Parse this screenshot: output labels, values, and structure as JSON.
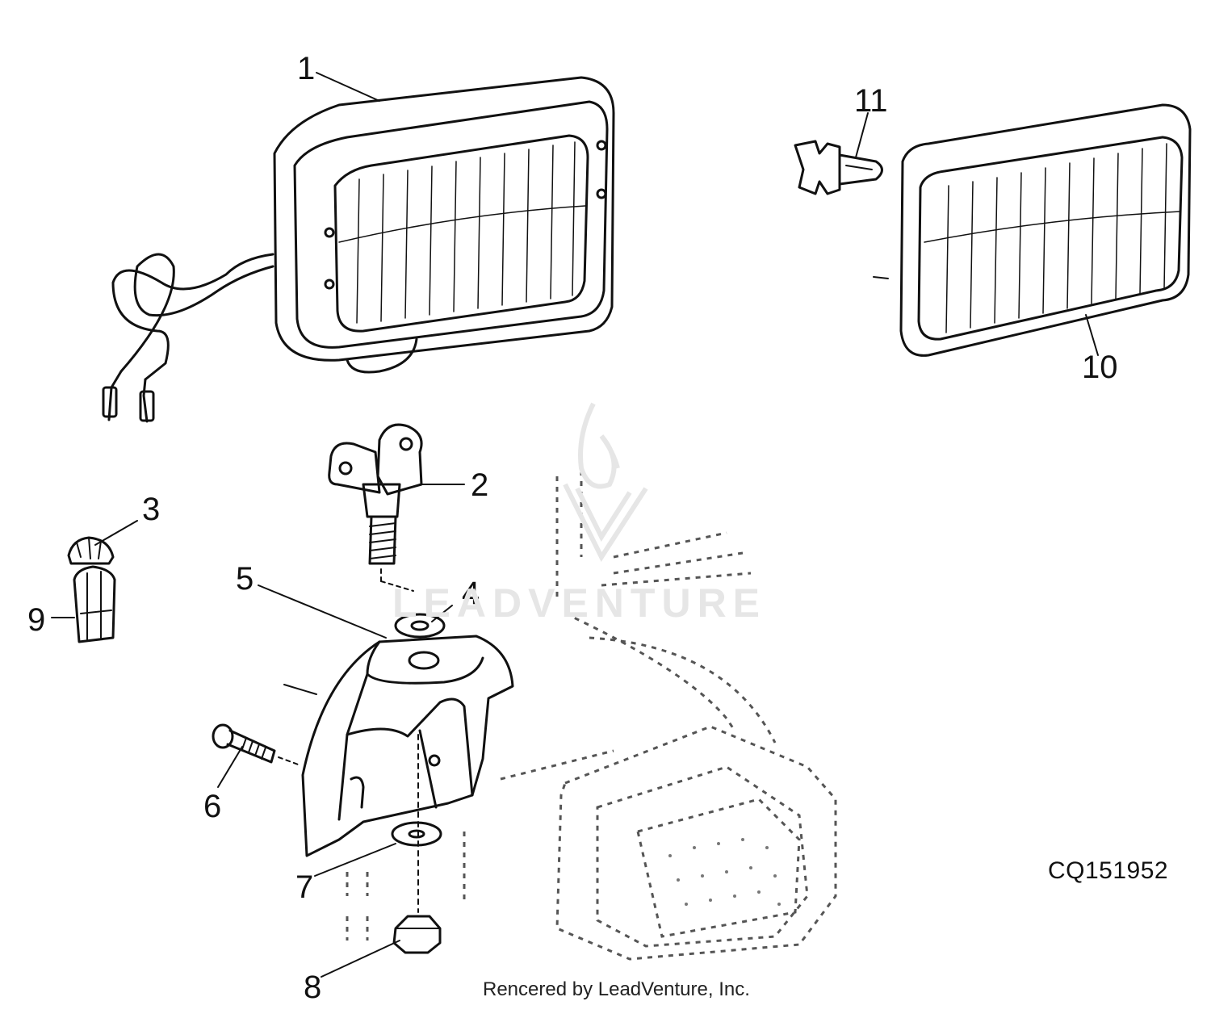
{
  "diagram": {
    "reference_code": "CQ151952",
    "credit": "Rencered by LeadVenture, Inc.",
    "watermark": "LEADVENTURE",
    "callouts": [
      {
        "id": "1",
        "label": "1"
      },
      {
        "id": "2",
        "label": "2"
      },
      {
        "id": "3",
        "label": "3"
      },
      {
        "id": "4",
        "label": "4"
      },
      {
        "id": "5",
        "label": "5"
      },
      {
        "id": "6",
        "label": "6"
      },
      {
        "id": "7",
        "label": "7"
      },
      {
        "id": "8",
        "label": "8"
      },
      {
        "id": "9",
        "label": "9"
      },
      {
        "id": "10",
        "label": "10"
      },
      {
        "id": "11",
        "label": "11"
      }
    ]
  },
  "colors": {
    "line": "#111111",
    "dashed": "#555555",
    "watermark": "#e6e6e6",
    "background": "#ffffff"
  }
}
